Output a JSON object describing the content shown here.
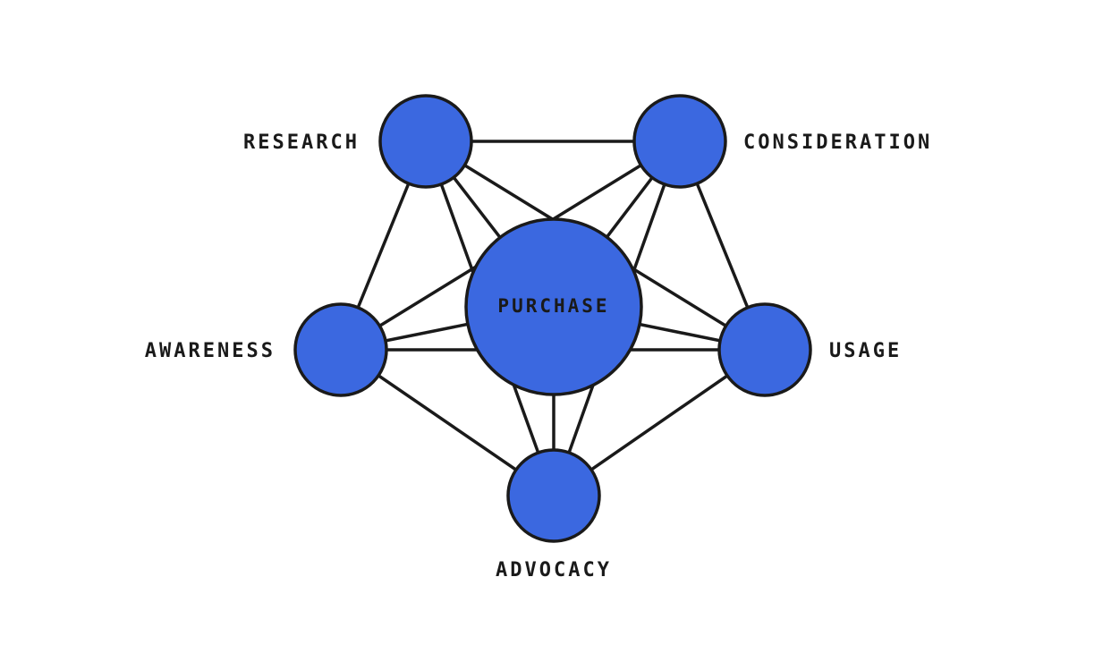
{
  "diagram": {
    "accent_color": "#3b68e0",
    "stroke_color": "#1a1a1a",
    "nodes": [
      {
        "id": "purchase",
        "label": "PURCHASE"
      },
      {
        "id": "research",
        "label": "RESEARCH"
      },
      {
        "id": "consideration",
        "label": "CONSIDERATION"
      },
      {
        "id": "awareness",
        "label": "AWARENESS"
      },
      {
        "id": "usage",
        "label": "USAGE"
      },
      {
        "id": "advocacy",
        "label": "ADVOCACY"
      }
    ],
    "edges": [
      [
        "research",
        "consideration"
      ],
      [
        "research",
        "awareness"
      ],
      [
        "research",
        "purchase"
      ],
      [
        "consideration",
        "usage"
      ],
      [
        "consideration",
        "purchase"
      ],
      [
        "awareness",
        "advocacy"
      ],
      [
        "awareness",
        "purchase"
      ],
      [
        "usage",
        "advocacy"
      ],
      [
        "usage",
        "purchase"
      ],
      [
        "advocacy",
        "purchase"
      ],
      [
        "awareness",
        "usage"
      ],
      [
        "research",
        "usage"
      ],
      [
        "consideration",
        "awareness"
      ],
      [
        "research",
        "advocacy"
      ],
      [
        "consideration",
        "advocacy"
      ]
    ]
  }
}
